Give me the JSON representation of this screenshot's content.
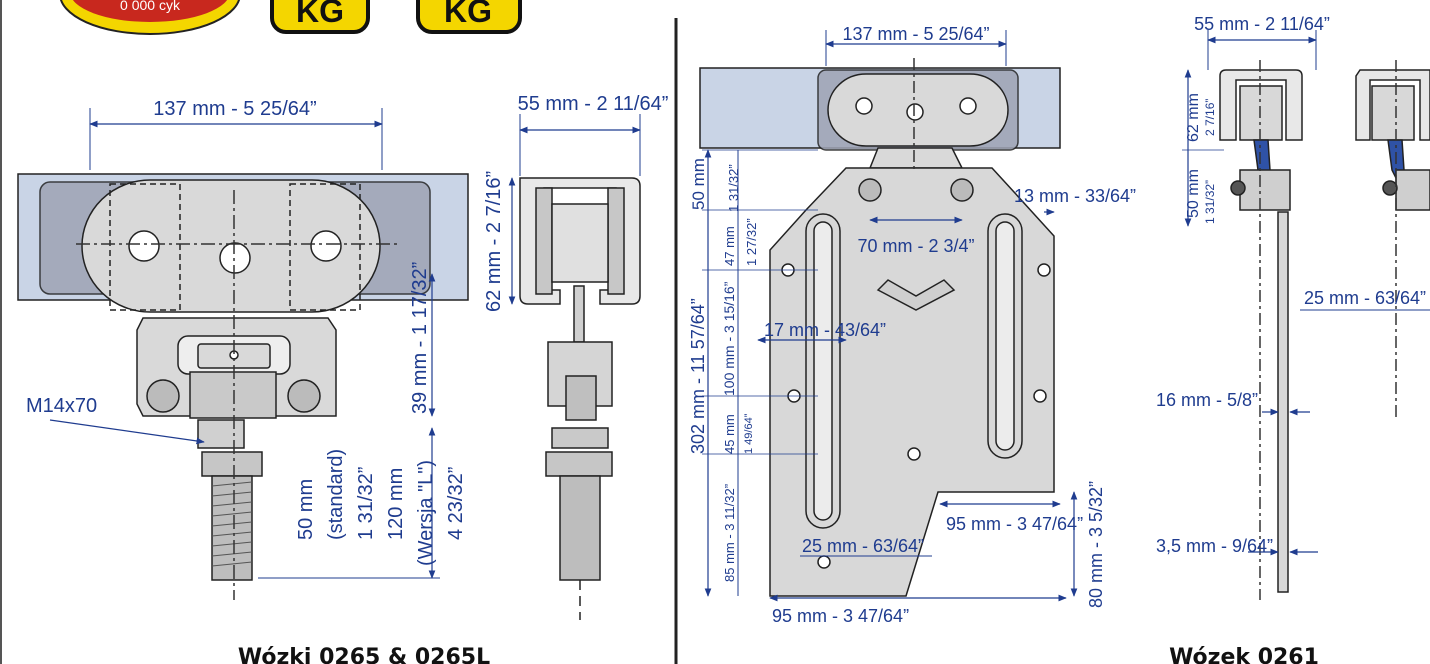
{
  "badges": {
    "cycles": "0 000 cyk",
    "weight_unit_1": "KG",
    "weight_unit_2": "KG"
  },
  "left_panel": {
    "caption": "Wózki 0265 & 0265L",
    "dim_width": "137 mm - 5 25/64”",
    "dim_width_side": "55 mm - 2 11/64”",
    "dim_height_side": "62 mm - 2 7/16”",
    "dim_vertical_39": "39 mm - 1 17/32”",
    "bolt_label": "M14x70",
    "dim_50_a": "50 mm",
    "dim_50_b": "(standard)",
    "dim_50_c": "1 31/32”",
    "dim_120_a": "120 mm",
    "dim_120_b": "(Wersja \"L\")",
    "dim_120_c": "4 23/32”"
  },
  "middle_panel": {
    "dim_top": "137 mm - 5 25/64”",
    "dim_50_v": "50 mm",
    "dim_50_v_in": "1 31/32”",
    "dim_47_v": "47 mm",
    "dim_47_v_in": "1 27/32”",
    "dim_302_v": "302 mm - 11 57/64”",
    "dim_100_v": "100 mm - 3 15/16”",
    "dim_45_v": "45 mm",
    "dim_45_v_in": "1 49/64”",
    "dim_85_v": "85 mm - 3 11/32”",
    "dim_70": "70 mm - 2 3/4”",
    "dim_13": "13 mm - 33/64”",
    "dim_17": "17 mm - 43/64”",
    "dim_95_inner": "95 mm - 3 47/64”",
    "dim_25": "25 mm - 63/64”",
    "dim_95_bottom": "95 mm - 3 47/64”",
    "dim_80_v": "80 mm - 3 5/32”"
  },
  "right_panel": {
    "caption": "Wózek 0261",
    "dim_55": "55 mm - 2 11/64”",
    "dim_62_v": "62 mm",
    "dim_62_v_in": "2 7/16”",
    "dim_50_v": "50 mm",
    "dim_50_v_in": "1 31/32”",
    "dim_25": "25 mm - 63/64”",
    "dim_16": "16 mm - 5/8”",
    "dim_3_5": "3,5 mm - 9/64”"
  },
  "colors": {
    "dimension": "#1f3c8f",
    "rail": "#c9d4e6",
    "part": "#d6d6d6",
    "outline": "#222222",
    "badge_yellow": "#f4d600",
    "badge_red": "#c8281e"
  }
}
